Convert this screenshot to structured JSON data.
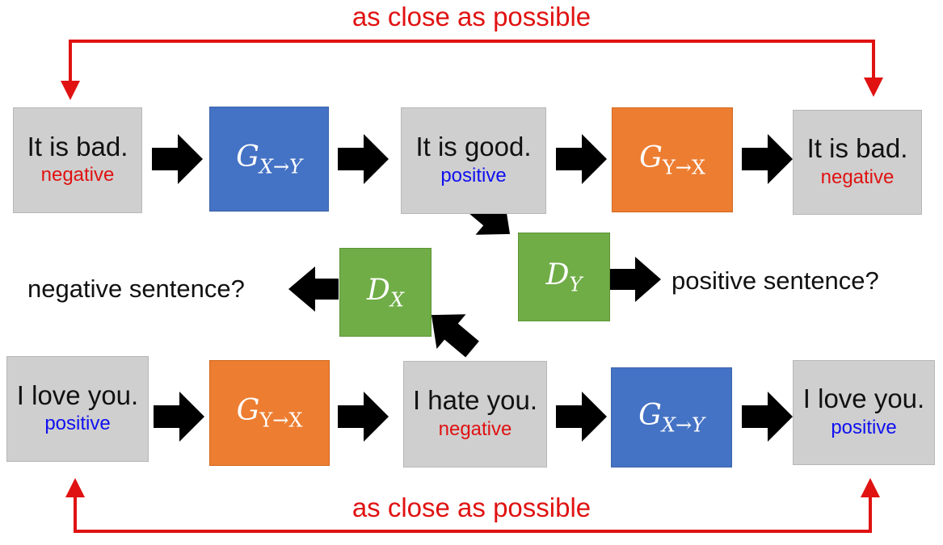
{
  "loop_top": {
    "label": "as close as possible"
  },
  "loop_bottom": {
    "label": "as close as possible"
  },
  "top_row": {
    "input": {
      "sentence": "It is bad.",
      "sentiment": "negative"
    },
    "generator": {
      "base": "G",
      "subscript": "X→Y"
    },
    "middle": {
      "sentence": "It is good.",
      "sentiment": "positive"
    },
    "generator_back": {
      "base": "G",
      "subscript": "Y→X"
    },
    "output": {
      "sentence": "It is bad.",
      "sentiment": "negative"
    }
  },
  "discriminators": {
    "dx": {
      "base": "D",
      "subscript": "X",
      "question": "negative sentence?"
    },
    "dy": {
      "base": "D",
      "subscript": "Y",
      "question": "positive sentence?"
    }
  },
  "bottom_row": {
    "input": {
      "sentence": "I love you.",
      "sentiment": "positive"
    },
    "generator": {
      "base": "G",
      "subscript": "Y→X"
    },
    "middle": {
      "sentence": "I hate you.",
      "sentiment": "negative"
    },
    "generator_back": {
      "base": "G",
      "subscript": "X→Y"
    },
    "output": {
      "sentence": "I love you.",
      "sentiment": "positive"
    }
  },
  "colors": {
    "generator_xy": "#4472c4",
    "generator_yx": "#ed7d31",
    "discriminator": "#70ad47",
    "sentence_box": "#cfcfcf",
    "negative": "#e01212",
    "positive": "#1010f0",
    "loop": "#e01212"
  }
}
